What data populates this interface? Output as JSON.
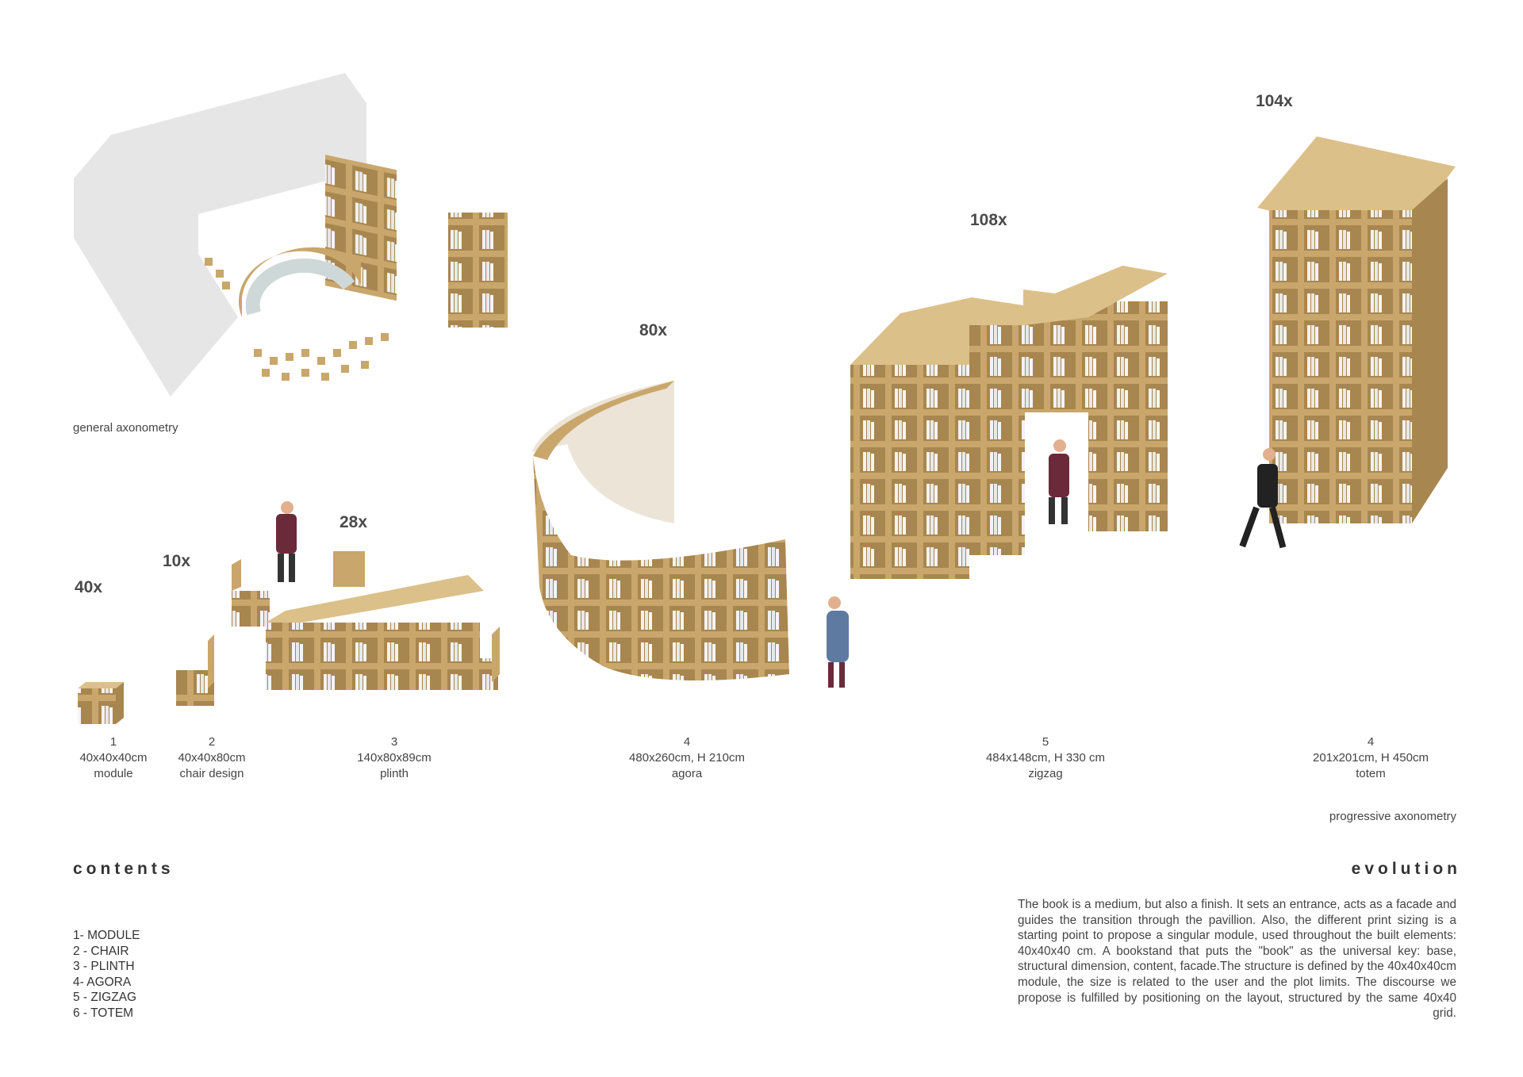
{
  "general_label": "general axonometry",
  "progressive_label": "progressive axonometry",
  "counts": [
    "40x",
    "10x",
    "28x",
    "80x",
    "108x",
    "104x"
  ],
  "stages": [
    {
      "number": "1",
      "dimensions": "40x40x40cm",
      "name": "module"
    },
    {
      "number": "2",
      "dimensions": "40x40x80cm",
      "name": "chair design"
    },
    {
      "number": "3",
      "dimensions": "140x80x89cm",
      "name": "plinth"
    },
    {
      "number": "4",
      "dimensions": "480x260cm, H 210cm",
      "name": "agora"
    },
    {
      "number": "5",
      "dimensions": "484x148cm, H 330 cm",
      "name": "zigzag"
    },
    {
      "number": "4",
      "dimensions": "201x201cm, H 450cm",
      "name": "totem"
    }
  ],
  "contents": {
    "title": "contents",
    "items": [
      "1- MODULE",
      "2 - CHAIR",
      "3 - PLINTH",
      "4- AGORA",
      "5 - ZIGZAG",
      "6 - TOTEM"
    ]
  },
  "evolution": {
    "title": "evolution",
    "text": "The book is a medium, but also a finish. It sets an entrance, acts as a facade and guides the transition through the pavillion. Also, the different print sizing is a starting point to propose a singular module, used throughout the built elements: 40x40x40 cm. A bookstand that puts  the \"book\" as the universal key: base,  structural dimension, content,  facade.The structure is defined by the 40x40x40cm module, the size is related to the user and the plot limits. The discourse we propose is fulfilled by positioning on the layout, structured by the same 40x40 grid."
  },
  "colors": {
    "wood": "#c9a66b",
    "wood_dark": "#a8864f",
    "wood_light": "#dcc08a",
    "plot": "#e6e6e6"
  }
}
